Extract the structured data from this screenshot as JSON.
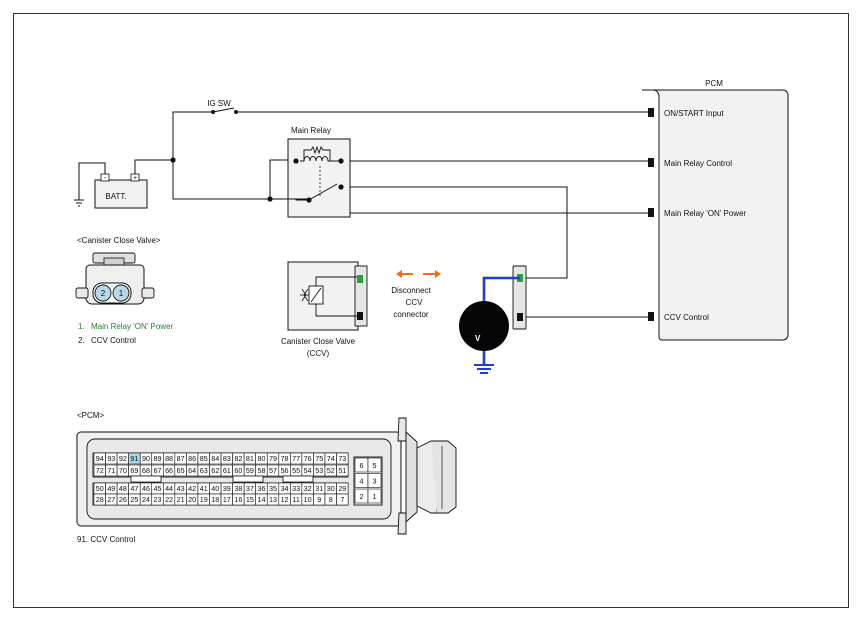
{
  "pcm_box": {
    "title": "PCM",
    "pins": [
      "ON/START Input",
      "Main Relay Control",
      "Main Relay 'ON' Power",
      "CCV Control"
    ]
  },
  "ig_switch": "IG SW",
  "main_relay": "Main Relay",
  "battery": "BATT.",
  "battery_terminals": [
    "-",
    "+"
  ],
  "ccv_connector": {
    "title": "<Canister Close Valve>",
    "pins": [
      "2",
      "1"
    ],
    "legend": [
      {
        "num": "1.",
        "text": "Main Relay 'ON' Power",
        "color": "#2e7d32"
      },
      {
        "num": "2.",
        "text": "CCV Control",
        "color": "#111111"
      }
    ]
  },
  "ccv_component": {
    "label_line1": "Canister Close Valve",
    "label_line2": "(CCV)"
  },
  "disconnect_note": [
    "Disconnect",
    "CCV",
    "connector"
  ],
  "voltmeter": "V",
  "pcm_connector": {
    "title": "<PCM>",
    "upper_row1": [
      "94",
      "93",
      "92",
      "91",
      "90",
      "89",
      "88",
      "87",
      "86",
      "85",
      "84",
      "83",
      "82",
      "81",
      "80",
      "79",
      "78",
      "77",
      "76",
      "75",
      "74",
      "73"
    ],
    "upper_row2": [
      "72",
      "71",
      "70",
      "69",
      "68",
      "67",
      "66",
      "65",
      "64",
      "63",
      "62",
      "61",
      "60",
      "59",
      "58",
      "57",
      "56",
      "55",
      "54",
      "53",
      "52",
      "51"
    ],
    "lower_row1": [
      "50",
      "49",
      "48",
      "47",
      "46",
      "45",
      "44",
      "43",
      "42",
      "41",
      "40",
      "39",
      "38",
      "37",
      "36",
      "35",
      "34",
      "33",
      "32",
      "31",
      "30",
      "29"
    ],
    "lower_row2": [
      "28",
      "27",
      "26",
      "25",
      "24",
      "23",
      "22",
      "21",
      "20",
      "19",
      "18",
      "17",
      "16",
      "15",
      "14",
      "13",
      "12",
      "11",
      "10",
      "9",
      "8",
      "7"
    ],
    "aux_grid": [
      [
        "6",
        "5"
      ],
      [
        "4",
        "3"
      ],
      [
        "2",
        "1"
      ]
    ],
    "highlight_pin": "91",
    "highlight_color": "#a8d8e6",
    "footnote": "91. CCV Control"
  },
  "colors": {
    "wire": "#111111",
    "probe_wire": "#1a3fd6",
    "arrow": "#f26a12",
    "pin_green": "#2e9e3e"
  }
}
